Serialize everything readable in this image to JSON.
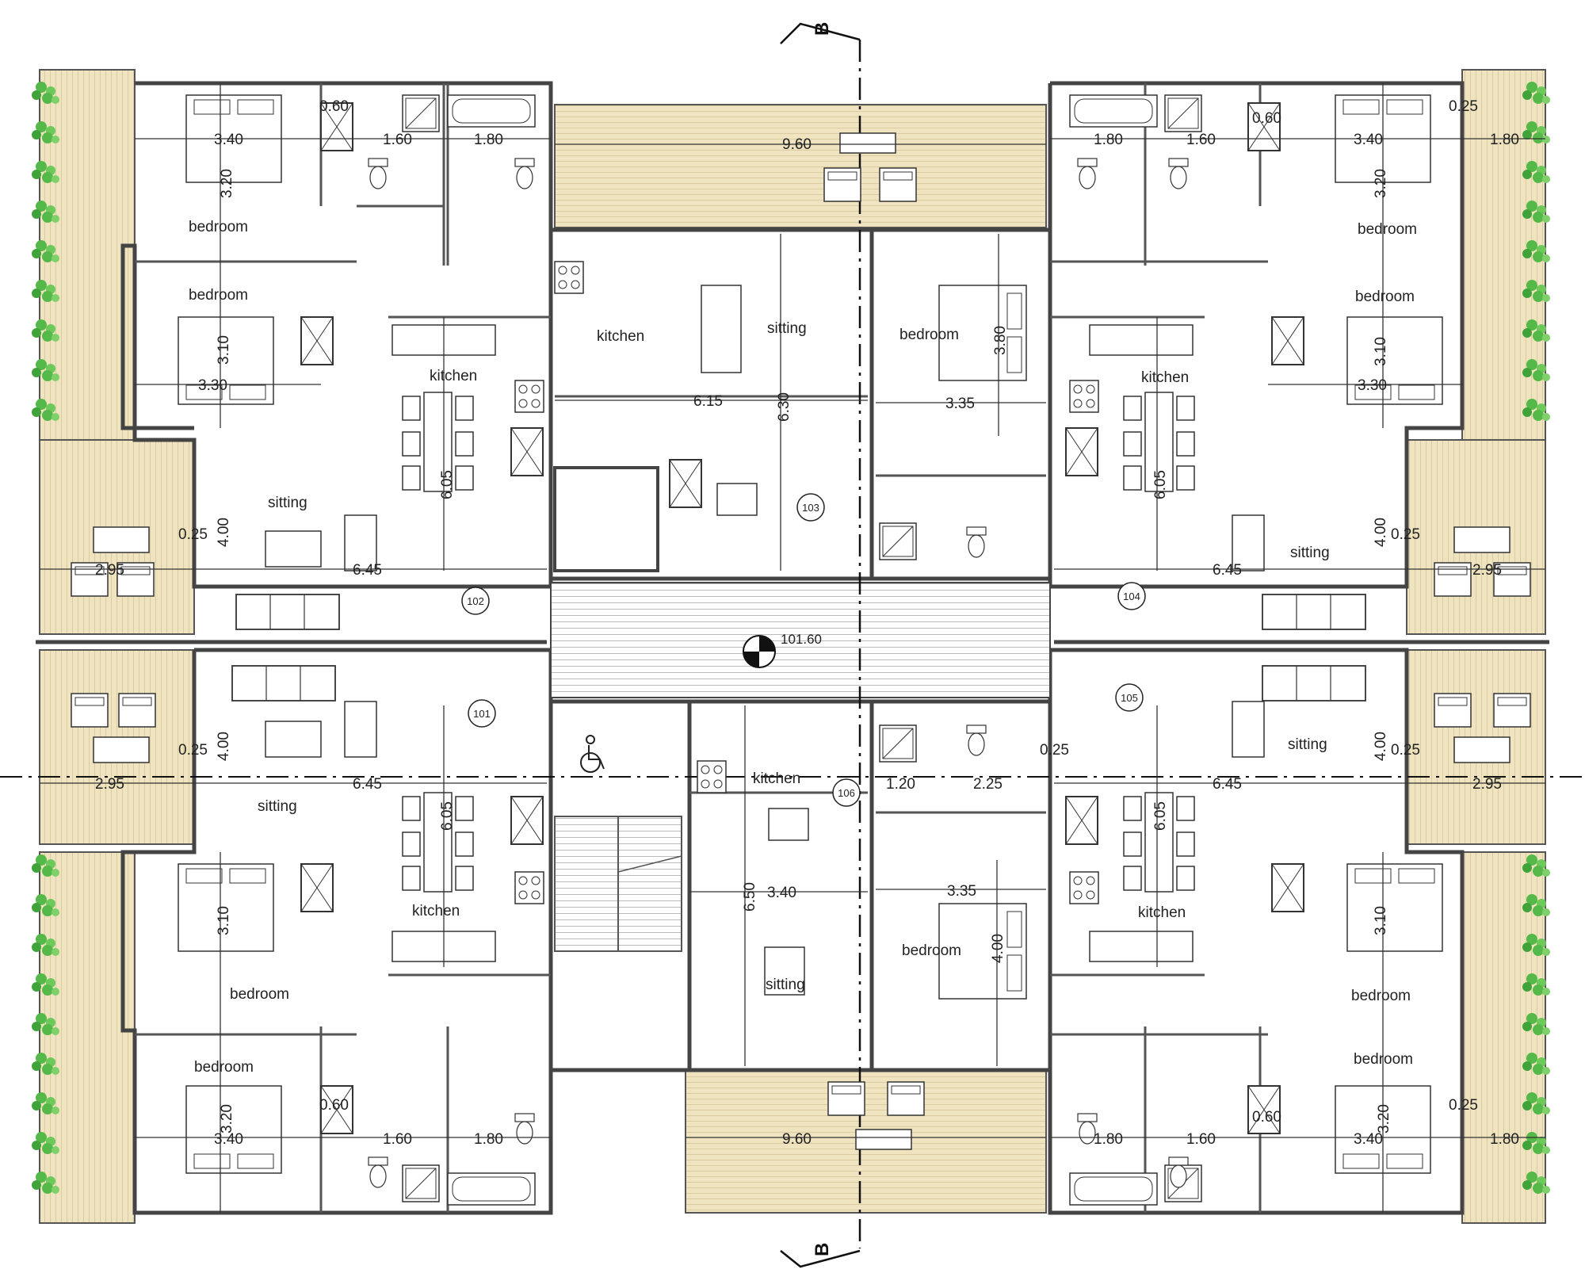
{
  "colors": {
    "wall": "#444444",
    "wall_fill": "#9a9a9a",
    "terrace": "#efe4bf",
    "terrace_line": "#c9b98a",
    "plant": "#54b948",
    "line": "#333333"
  },
  "section_marker": "B",
  "stair_level": "101.60",
  "unit_numbers": {
    "u101": "101",
    "u102": "102",
    "u103": "103",
    "u104": "104",
    "u105": "105",
    "u106": "106"
  },
  "rooms": {
    "tl_bedroom_a": "bedroom",
    "tl_bedroom_b": "bedroom",
    "tl_kitchen": "kitchen",
    "tl_sitting": "sitting",
    "bl_sitting": "sitting",
    "bl_kitchen": "kitchen",
    "bl_bedroom_a": "bedroom",
    "bl_bedroom_b": "bedroom",
    "tc_kitchen": "kitchen",
    "tc_sitting": "sitting",
    "tc_bedroom": "bedroom",
    "bc_kitchen": "kitchen",
    "bc_sitting": "sitting",
    "bc_bedroom": "bedroom",
    "tr_bedroom_a": "bedroom",
    "tr_bedroom_b": "bedroom",
    "tr_kitchen": "kitchen",
    "tr_sitting": "sitting",
    "br_sitting": "sitting",
    "br_kitchen": "kitchen",
    "br_bedroom_a": "bedroom",
    "br_bedroom_b": "bedroom"
  },
  "dimensions": {
    "d_tl_340": "3.40",
    "d_tl_320": "3.20",
    "d_tl_060": "0.60",
    "d_tl_160": "1.60",
    "d_tl_180": "1.80",
    "d_top_960": "9.60",
    "d_tr_180a": "1.80",
    "d_tr_160": "1.60",
    "d_tr_060": "0.60",
    "d_tr_340": "3.40",
    "d_tr_025": "0.25",
    "d_tr_180b": "1.80",
    "d_tr_320": "3.20",
    "d_tl_310": "3.10",
    "d_tl_330": "3.30",
    "d_tr_310": "3.10",
    "d_tr_330": "3.30",
    "d_tc_615": "6.15",
    "d_tc_630": "6.30",
    "d_tc_380": "3.80",
    "d_tc_335": "3.35",
    "d_l_605": "6.05",
    "d_l_025a": "0.25",
    "d_l_400a": "4.00",
    "d_l_295a": "2.95",
    "d_l_645a": "6.45",
    "d_r_605": "6.05",
    "d_r_400a": "4.00",
    "d_r_025a": "0.25",
    "d_r_295a": "2.95",
    "d_r_645a": "6.45",
    "d_l_025b": "0.25",
    "d_l_400b": "4.00",
    "d_l_295b": "2.95",
    "d_l_645b": "6.45",
    "d_l_605b": "6.05",
    "d_bc_120": "1.20",
    "d_bc_225": "2.25",
    "d_bc_025": "0.25",
    "d_r_645b": "6.45",
    "d_r_400b": "4.00",
    "d_r_025b": "0.25",
    "d_r_295b": "2.95",
    "d_r_605b": "6.05",
    "d_bc_650": "6.50",
    "d_bc_340": "3.40",
    "d_bc_335": "3.35",
    "d_bc_400": "4.00",
    "d_bl_310": "3.10",
    "d_br_310": "3.10",
    "d_bl_320": "3.20",
    "d_bl_060": "0.60",
    "d_bl_340": "3.40",
    "d_bl_160": "1.60",
    "d_bl_180": "1.80",
    "d_bot_960": "9.60",
    "d_br_180a": "1.80",
    "d_br_160": "1.60",
    "d_br_060": "0.60",
    "d_br_340": "3.40",
    "d_br_320": "3.20",
    "d_br_025": "0.25",
    "d_br_180b": "1.80"
  }
}
